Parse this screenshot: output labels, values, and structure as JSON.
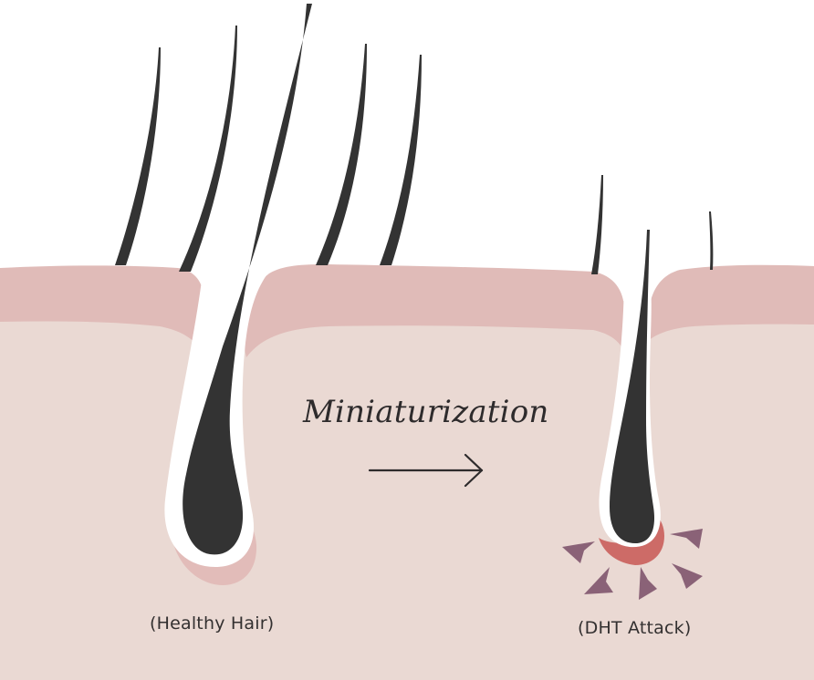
{
  "diagram": {
    "heading": "Miniaturization",
    "left_label": "(Healthy Hair)",
    "right_label": "(DHT Attack)"
  },
  "colors": {
    "skin_top": "#e0bbb8",
    "skin_deep": "#ead9d3",
    "hair": "#333333",
    "follicle_sheath": "#ffffff",
    "bulb_shadow": "#e2bcb9",
    "inflamed_bulb": "#cd6b67",
    "dht_arrows": "#8a6277",
    "arrow": "#2e2b2c"
  }
}
